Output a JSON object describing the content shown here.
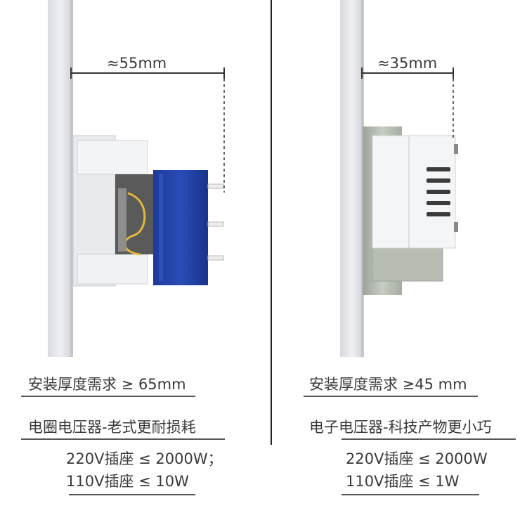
{
  "left": {
    "dimension_label": "≈55mm",
    "depth_requirement": "安装厚度需求 ≥ 65mm",
    "type_label": "电圈电压器-老式更耐损耗",
    "spec_220": "220V插座 ≤ 2000W；",
    "spec_110": "110V插座 ≤ 10W"
  },
  "right": {
    "dimension_label": "≈35mm",
    "depth_requirement": "安装厚度需求 ≥45 mm",
    "type_label": "电子电压器-科技产物更小巧",
    "spec_220": "220V插座 ≤ 2000W",
    "spec_110": "110V插座 ≤ 1W"
  },
  "colors": {
    "panel": "#e6e7ec",
    "transformer_blue": "#2344a8",
    "module_white": "#f4f5f7",
    "module_grey": "#b9c0b6"
  }
}
